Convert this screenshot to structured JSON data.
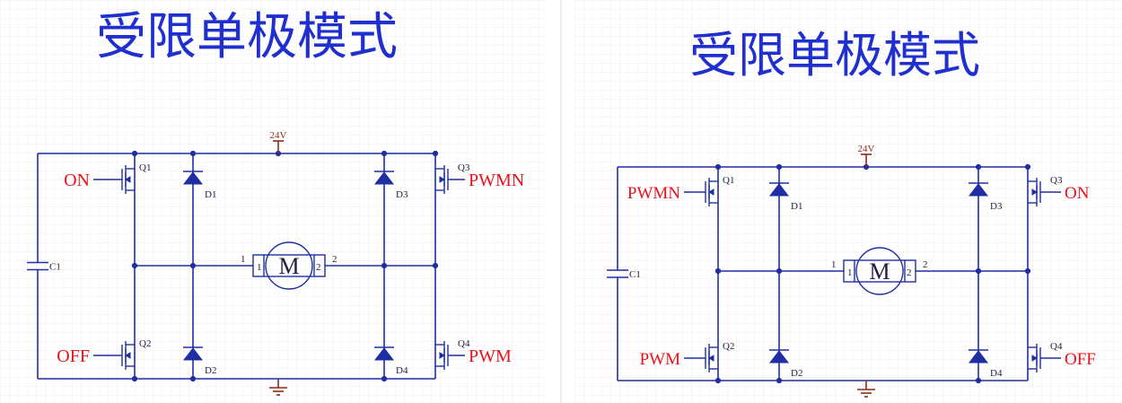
{
  "panels": [
    {
      "title": "受限单极模式",
      "supply": "24V",
      "capacitor": "C1",
      "motor": {
        "symbol": "M",
        "pin_left": "1",
        "pin_right": "2",
        "inner_left": "1",
        "inner_right": "2"
      },
      "transistors": {
        "q1": "Q1",
        "q2": "Q2",
        "q3": "Q3",
        "q4": "Q4"
      },
      "diodes": {
        "d1": "D1",
        "d2": "D2",
        "d3": "D3",
        "d4": "D4"
      },
      "signals": {
        "q1": "ON",
        "q2": "OFF",
        "q3": "PWMN",
        "q4": "PWM"
      }
    },
    {
      "title": "受限单极模式",
      "supply": "24V",
      "capacitor": "C1",
      "motor": {
        "symbol": "M",
        "pin_left": "1",
        "pin_right": "2",
        "inner_left": "1",
        "inner_right": "2"
      },
      "transistors": {
        "q1": "Q1",
        "q2": "Q2",
        "q3": "Q3",
        "q4": "Q4"
      },
      "diodes": {
        "d1": "D1",
        "d2": "D2",
        "d3": "D3",
        "d4": "D4"
      },
      "signals": {
        "q1": "PWMN",
        "q2": "PWM",
        "q3": "ON",
        "q4": "OFF"
      }
    }
  ]
}
